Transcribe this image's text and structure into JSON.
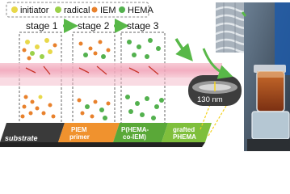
{
  "legend": {
    "items": [
      {
        "label": "initiator",
        "color": "#e8d84a"
      },
      {
        "label": "radical",
        "color": "#9bd14a"
      },
      {
        "label": "IEM",
        "color": "#e8812c"
      },
      {
        "label": "HEMA",
        "color": "#53b14e"
      }
    ]
  },
  "stages": [
    "stage 1",
    "stage 2",
    "stage 3"
  ],
  "scale_label": "130 nm",
  "base_labels": {
    "substrate": "substrate",
    "piem_line1": "PIEM",
    "piem_line2": "primer",
    "copolymer_line1": "P(HEMA-",
    "copolymer_line2": "co-IEM)",
    "grafted_line1": "grafted",
    "grafted_line2": "PHEMA"
  },
  "colors": {
    "substrate": "#3a3a3a",
    "piem": "#f0922e",
    "copolymer": "#5aa838",
    "grafted": "#7fbf3c",
    "uv_band": "#f2a3b8",
    "arrow": "#58b848"
  }
}
